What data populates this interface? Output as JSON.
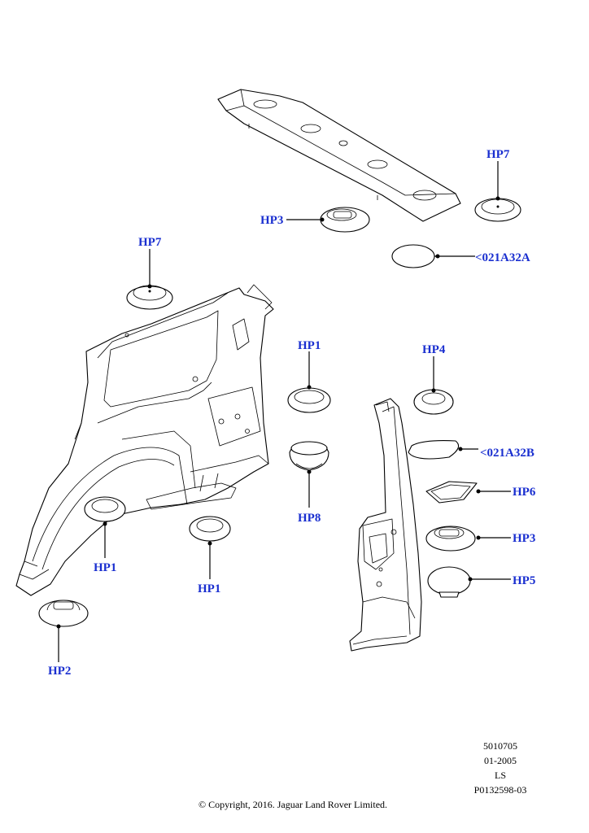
{
  "callouts": {
    "hp7_top_right": "HP7",
    "hp3_top": "HP3",
    "ref_021a32a": "<021A32A",
    "hp7_left": "HP7",
    "hp1_center": "HP1",
    "hp4": "HP4",
    "ref_021a32b": "<021A32B",
    "hp8": "HP8",
    "hp6": "HP6",
    "hp3_right": "HP3",
    "hp5": "HP5",
    "hp1_left": "HP1",
    "hp1_mid": "HP1",
    "hp2": "HP2"
  },
  "footer": {
    "code": "5010705",
    "date": "01-2005",
    "ls": "LS",
    "part_ref": "P0132598-03",
    "copyright": "© Copyright, 2016. Jaguar Land Rover Limited."
  },
  "colors": {
    "label": "#1a2fd0",
    "line": "#000000"
  }
}
